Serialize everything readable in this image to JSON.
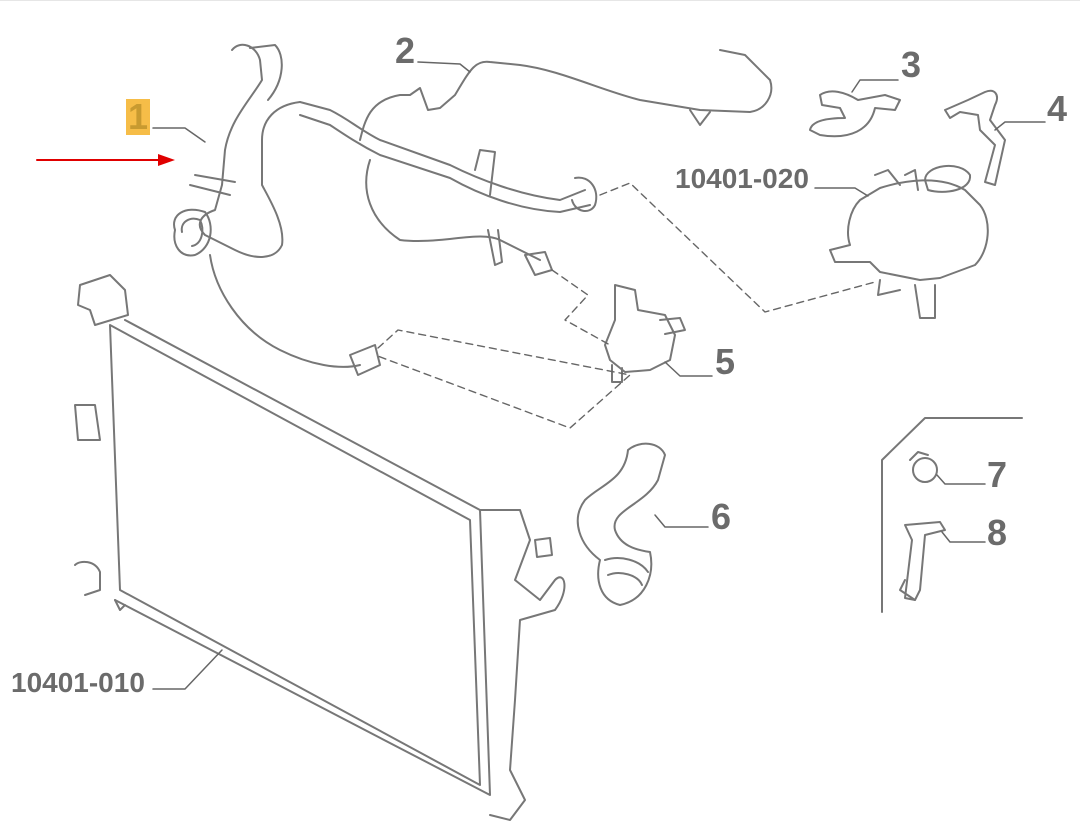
{
  "diagram": {
    "highlight_color": "#f6bd48",
    "arrow_color": "#e00000",
    "callouts": [
      {
        "id": "1",
        "label": "1",
        "highlighted": true
      },
      {
        "id": "2",
        "label": "2"
      },
      {
        "id": "3",
        "label": "3"
      },
      {
        "id": "4",
        "label": "4"
      },
      {
        "id": "5",
        "label": "5"
      },
      {
        "id": "6",
        "label": "6"
      },
      {
        "id": "7",
        "label": "7"
      },
      {
        "id": "8",
        "label": "8"
      },
      {
        "id": "expansion-tank",
        "label": "10401-020"
      },
      {
        "id": "radiator",
        "label": "10401-010"
      }
    ]
  }
}
